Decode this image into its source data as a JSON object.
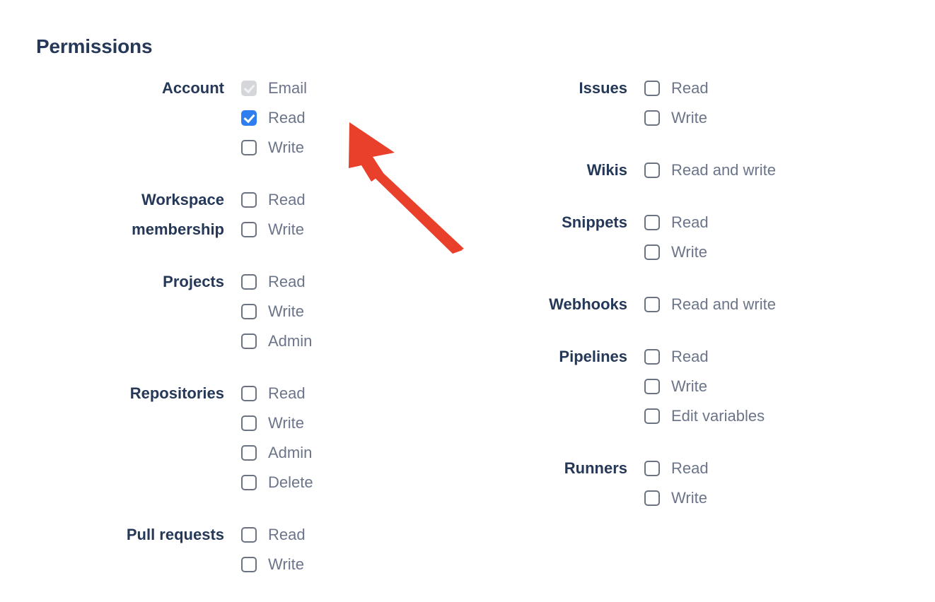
{
  "page": {
    "title": "Permissions",
    "heading_color": "#253858",
    "label_color": "#6b7489",
    "checked_color": "#2f7ef0",
    "disabled_color": "#d4d6da",
    "arrow_color": "#e8402a",
    "background": "#ffffff"
  },
  "columns": {
    "left": [
      {
        "label": "Account",
        "options": [
          {
            "label": "Email",
            "state": "disabled-checked"
          },
          {
            "label": "Read",
            "state": "checked"
          },
          {
            "label": "Write",
            "state": "unchecked"
          }
        ]
      },
      {
        "label": "Workspace\nmembership",
        "options": [
          {
            "label": "Read",
            "state": "unchecked"
          },
          {
            "label": "Write",
            "state": "unchecked"
          }
        ]
      },
      {
        "label": "Projects",
        "options": [
          {
            "label": "Read",
            "state": "unchecked"
          },
          {
            "label": "Write",
            "state": "unchecked"
          },
          {
            "label": "Admin",
            "state": "unchecked"
          }
        ]
      },
      {
        "label": "Repositories",
        "options": [
          {
            "label": "Read",
            "state": "unchecked"
          },
          {
            "label": "Write",
            "state": "unchecked"
          },
          {
            "label": "Admin",
            "state": "unchecked"
          },
          {
            "label": "Delete",
            "state": "unchecked"
          }
        ]
      },
      {
        "label": "Pull requests",
        "options": [
          {
            "label": "Read",
            "state": "unchecked"
          },
          {
            "label": "Write",
            "state": "unchecked"
          }
        ]
      }
    ],
    "right": [
      {
        "label": "Issues",
        "options": [
          {
            "label": "Read",
            "state": "unchecked"
          },
          {
            "label": "Write",
            "state": "unchecked"
          }
        ]
      },
      {
        "label": "Wikis",
        "options": [
          {
            "label": "Read and write",
            "state": "unchecked"
          }
        ]
      },
      {
        "label": "Snippets",
        "options": [
          {
            "label": "Read",
            "state": "unchecked"
          },
          {
            "label": "Write",
            "state": "unchecked"
          }
        ]
      },
      {
        "label": "Webhooks",
        "options": [
          {
            "label": "Read and write",
            "state": "unchecked"
          }
        ]
      },
      {
        "label": "Pipelines",
        "options": [
          {
            "label": "Read",
            "state": "unchecked"
          },
          {
            "label": "Write",
            "state": "unchecked"
          },
          {
            "label": "Edit variables",
            "state": "unchecked"
          }
        ]
      },
      {
        "label": "Runners",
        "options": [
          {
            "label": "Read",
            "state": "unchecked"
          },
          {
            "label": "Write",
            "state": "unchecked"
          }
        ]
      }
    ]
  },
  "annotation": {
    "type": "arrow-cursor",
    "points_to": "Account / Read checkbox",
    "color": "#e8402a"
  }
}
